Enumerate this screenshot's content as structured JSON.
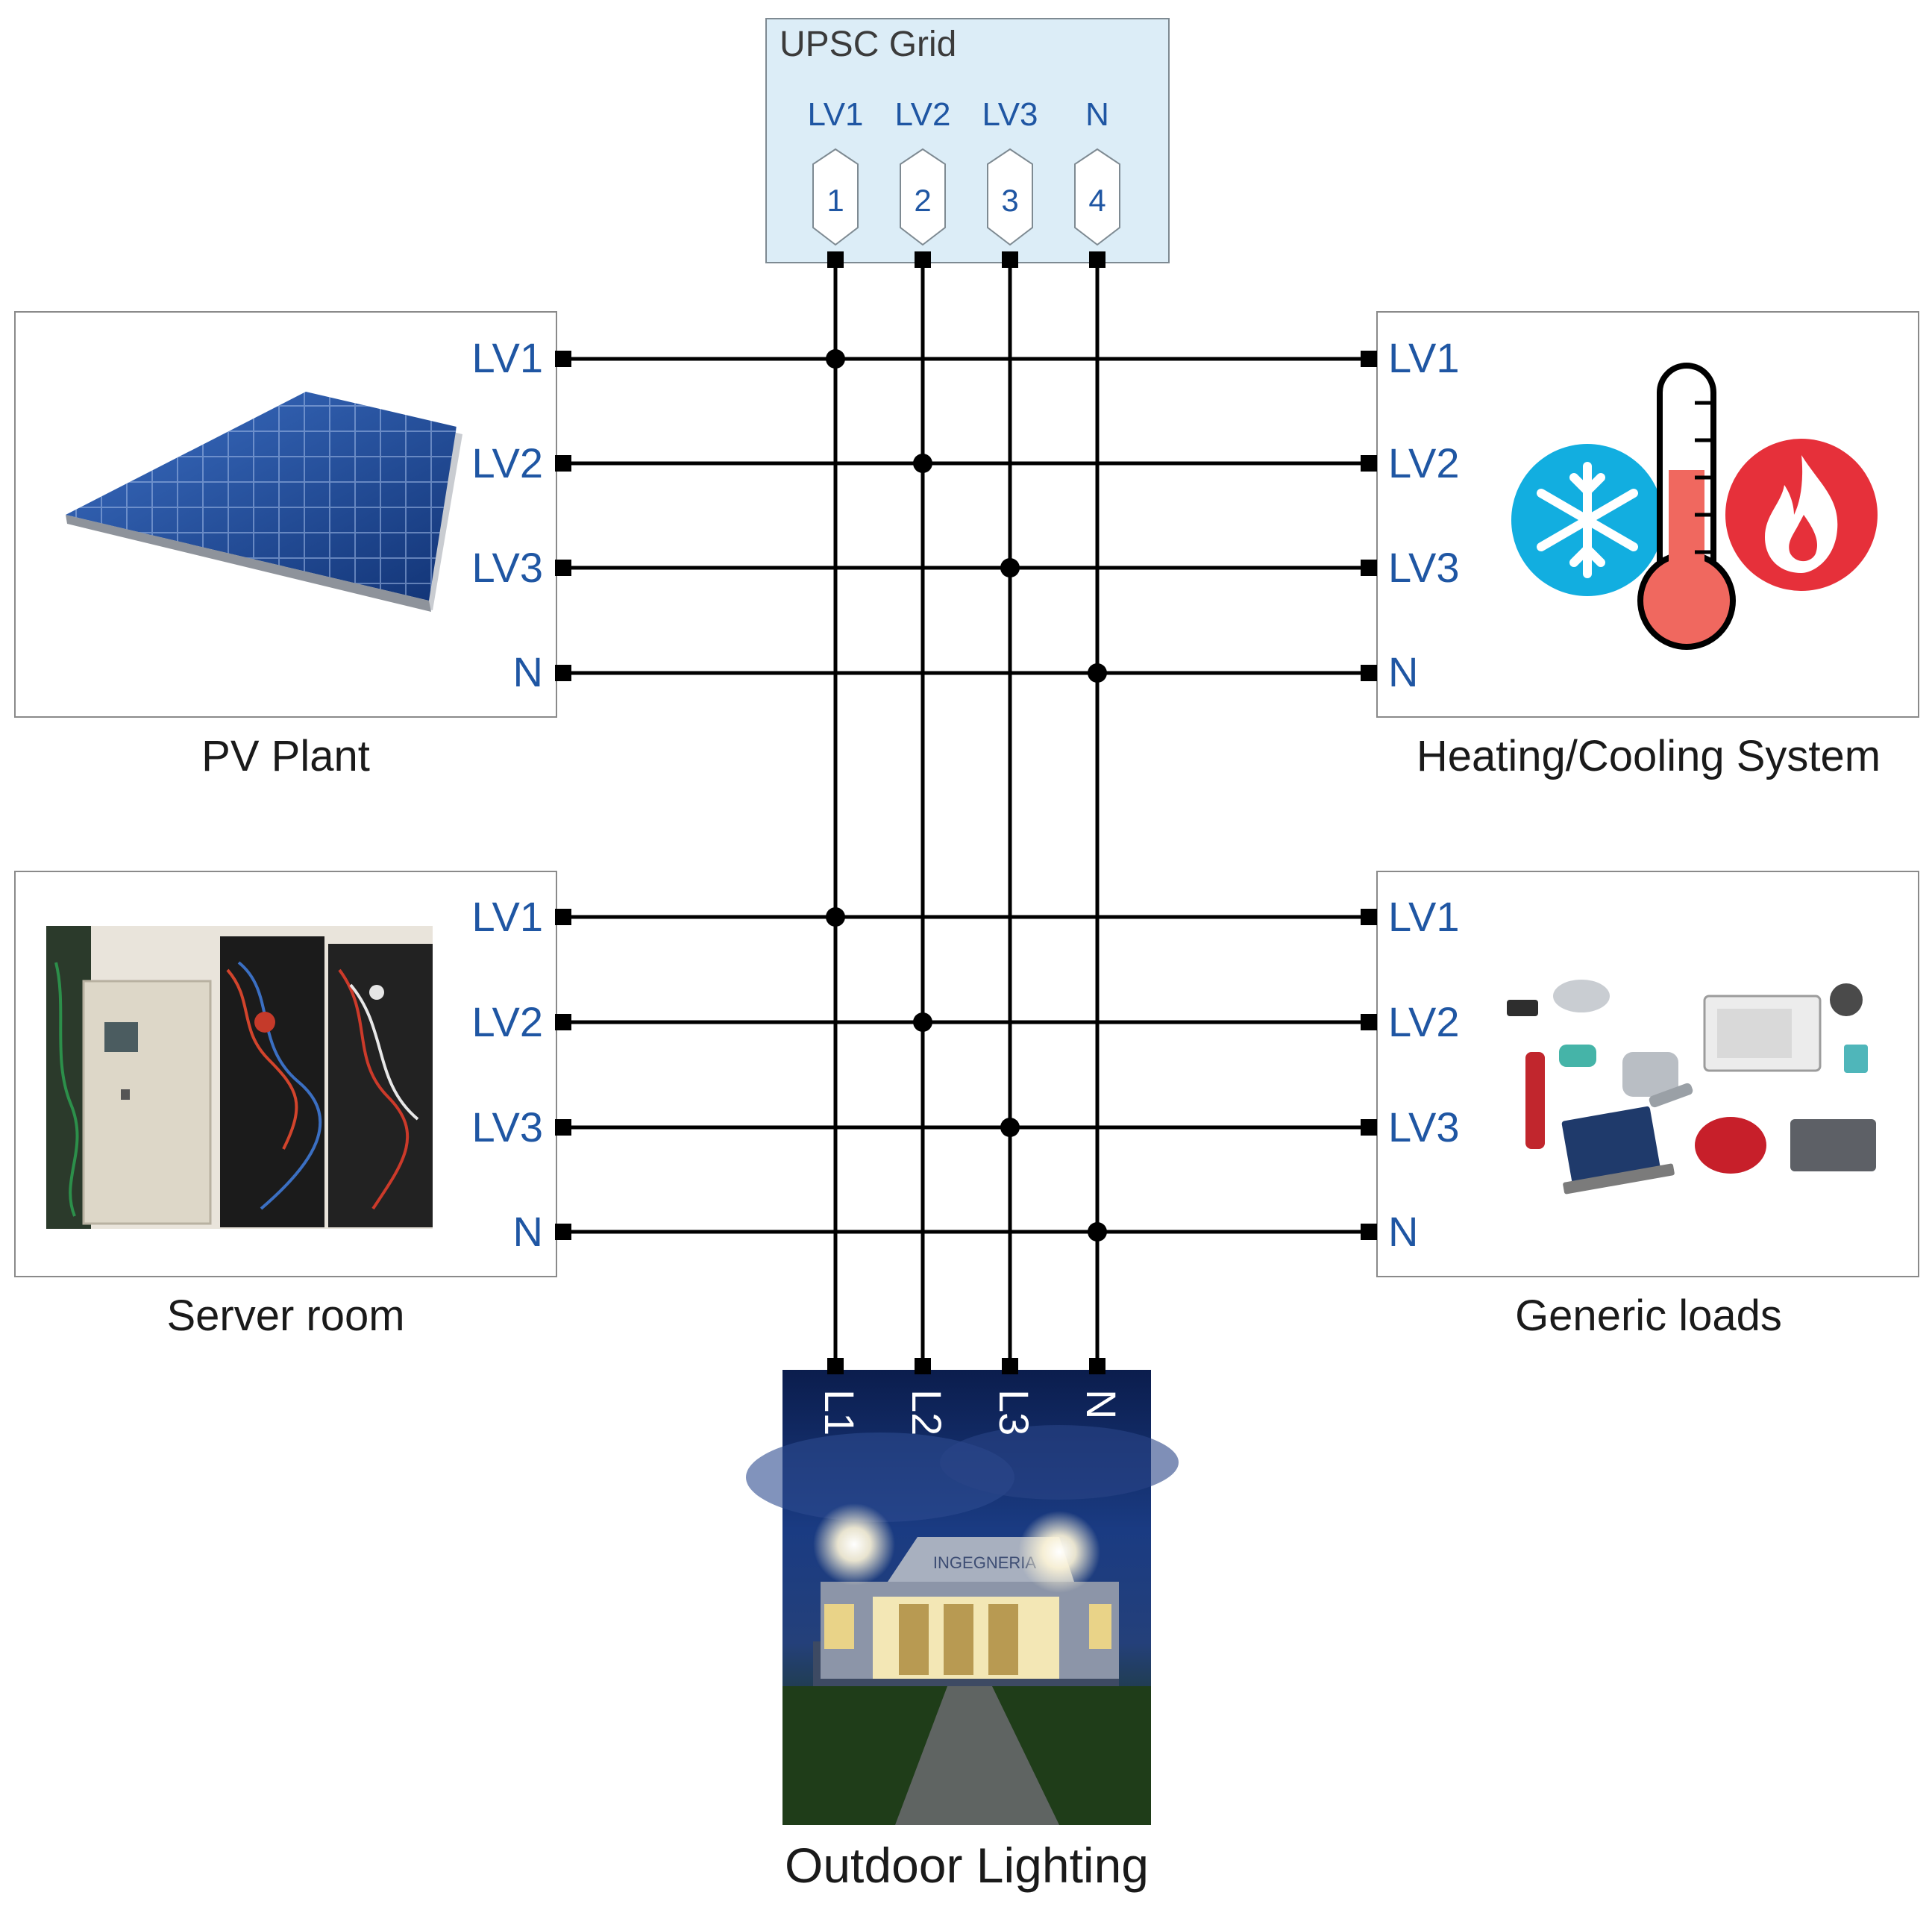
{
  "grid": {
    "title": "UPSC Grid",
    "phase_labels": [
      "LV1",
      "LV2",
      "LV3",
      "N"
    ],
    "terminal_numbers": [
      "1",
      "2",
      "3",
      "4"
    ]
  },
  "bus_labels": [
    "LV1",
    "LV2",
    "LV3",
    "N"
  ],
  "blocks": {
    "pv_plant": {
      "caption": "PV Plant"
    },
    "heating_cooling": {
      "caption": "Heating/Cooling System"
    },
    "server_room": {
      "caption": "Server room"
    },
    "generic_loads": {
      "caption": "Generic loads"
    }
  },
  "lighting": {
    "caption": "Outdoor Lighting",
    "terminals": [
      "L1",
      "L2",
      "L3",
      "N"
    ],
    "building_sign": "INGEGNERIA"
  },
  "colors": {
    "label_blue": "#1f56a3",
    "grid_fill": "#dcedf7",
    "wire": "#000000",
    "cold_circle": "#12aee0",
    "hot_circle": "#e6303a",
    "thermometer_fill": "#f0685f"
  },
  "icons": [
    "solar-panel-icon",
    "snowflake-icon",
    "thermometer-icon",
    "flame-icon",
    "server-rack-icon",
    "appliances-icon",
    "building-night-icon"
  ]
}
